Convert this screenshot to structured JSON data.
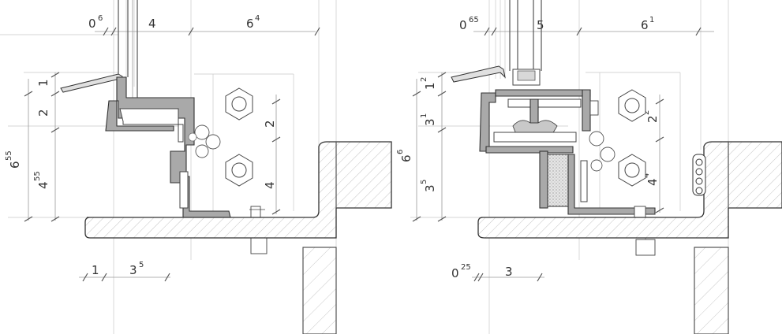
{
  "left_detail": {
    "top_dims": [
      {
        "base": "0",
        "sup": "6"
      },
      {
        "base": "4",
        "sup": ""
      },
      {
        "base": "6",
        "sup": "4"
      }
    ],
    "left_dims": [
      {
        "base": "1",
        "sup": ""
      },
      {
        "base": "2",
        "sup": ""
      },
      {
        "base": "4",
        "sup": "55"
      },
      {
        "base": "6",
        "sup": "55"
      }
    ],
    "right_dims": [
      {
        "base": "2",
        "sup": ""
      },
      {
        "base": "4",
        "sup": ""
      }
    ],
    "bottom_dims": [
      {
        "base": "1",
        "sup": ""
      },
      {
        "base": "3",
        "sup": "5"
      }
    ]
  },
  "right_detail": {
    "top_dims": [
      {
        "base": "0",
        "sup": "65"
      },
      {
        "base": "5",
        "sup": ""
      },
      {
        "base": "6",
        "sup": "1"
      }
    ],
    "left_dims": [
      {
        "base": "1",
        "sup": "2"
      },
      {
        "base": "3",
        "sup": "1"
      },
      {
        "base": "3",
        "sup": "5"
      },
      {
        "base": "6",
        "sup": "6"
      }
    ],
    "right_dims": [
      {
        "base": "2",
        "sup": "2"
      },
      {
        "base": "4",
        "sup": "4"
      }
    ],
    "bottom_dims": [
      {
        "base": "0",
        "sup": "25"
      },
      {
        "base": "3",
        "sup": ""
      }
    ]
  }
}
